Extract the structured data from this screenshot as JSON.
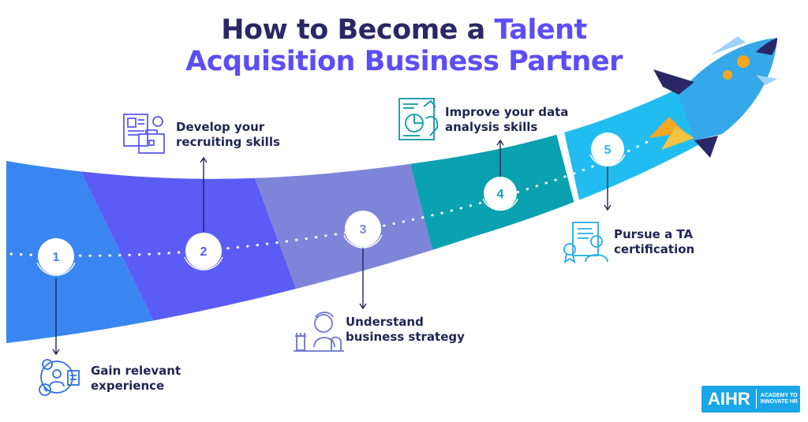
{
  "title": {
    "line1_part1": "How to Become a",
    "line1_part2": "Talent",
    "line2": "Acquisition Business Partner"
  },
  "steps": [
    {
      "number": "1",
      "label_line1": "Gain relevant",
      "label_line2": "experience",
      "color": "#3a86f0"
    },
    {
      "number": "2",
      "label_line1": "Develop your",
      "label_line2": "recruiting skills",
      "color": "#5b5cf5"
    },
    {
      "number": "3",
      "label_line1": "Understand",
      "label_line2": "business strategy",
      "color": "#7e85d9"
    },
    {
      "number": "4",
      "label_line1": "Improve your data",
      "label_line2": "analysis skills",
      "color": "#0aa1b0"
    },
    {
      "number": "5",
      "label_line1": "Pursue a TA",
      "label_line2": "certification",
      "color": "#22bdf0"
    }
  ],
  "brand": {
    "logo": "AIHR",
    "tagline_line1": "ACADEMY TO",
    "tagline_line2": "INNOVATE HR",
    "color": "#1aa6e6"
  },
  "icons": [
    "career-gear-person-icon",
    "portfolio-briefcase-icon",
    "chess-strategy-icon",
    "data-analysis-chart-icon",
    "certificate-person-icon",
    "rocket-icon"
  ]
}
